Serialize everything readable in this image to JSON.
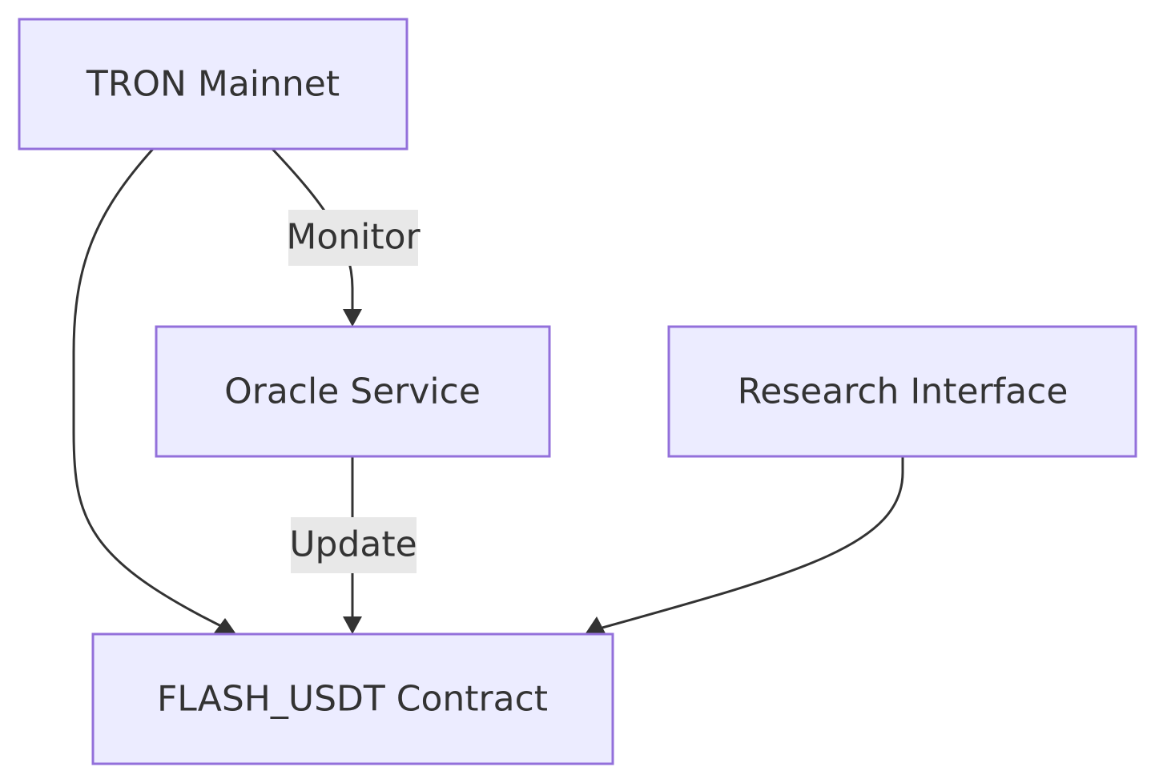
{
  "colors": {
    "node_fill": "#ECECFF",
    "node_stroke": "#9370DB",
    "edge": "#333333",
    "edge_label_bg": "#E8E8E8",
    "text": "#333333"
  },
  "nodes": {
    "tron": {
      "label": "TRON Mainnet"
    },
    "oracle": {
      "label": "Oracle Service"
    },
    "research": {
      "label": "Research Interface"
    },
    "flash": {
      "label": "FLASH_USDT Contract"
    }
  },
  "edges": [
    {
      "from": "TRON Mainnet",
      "to": "Oracle Service",
      "label": "Monitor"
    },
    {
      "from": "Oracle Service",
      "to": "FLASH_USDT Contract",
      "label": "Update"
    },
    {
      "from": "TRON Mainnet",
      "to": "FLASH_USDT Contract",
      "label": ""
    },
    {
      "from": "Research Interface",
      "to": "FLASH_USDT Contract",
      "label": ""
    }
  ]
}
